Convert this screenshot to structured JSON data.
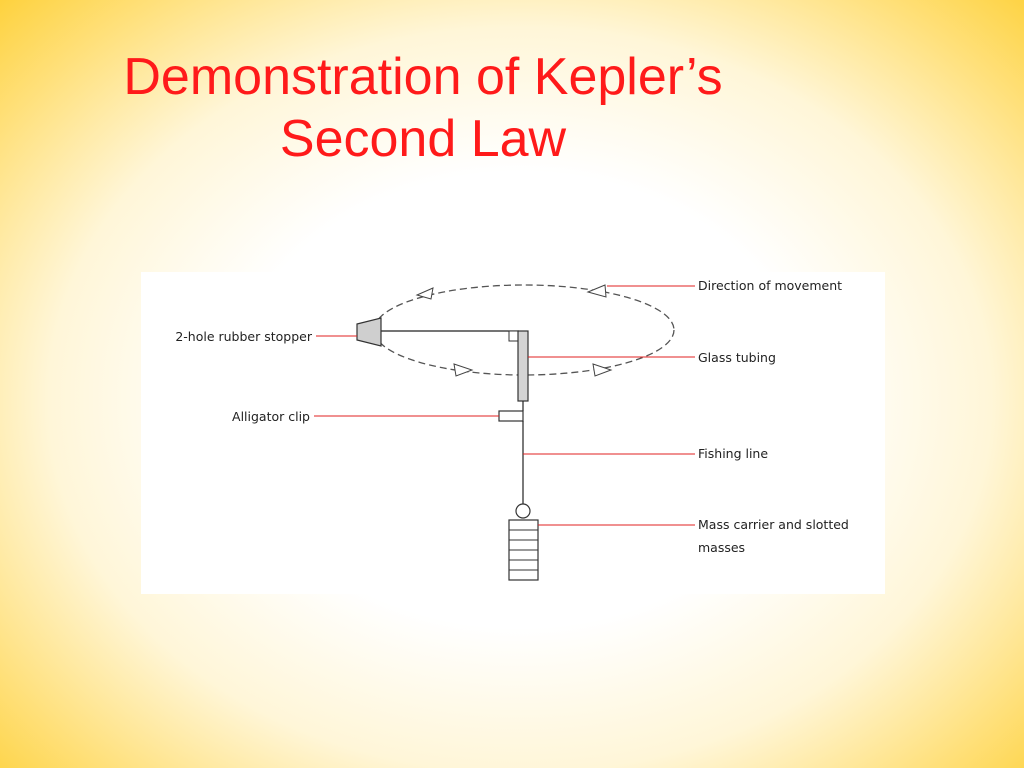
{
  "slide": {
    "title_line1": "Demonstration of Kepler’s",
    "title_line2": "Second Law"
  },
  "diagram": {
    "labels": {
      "direction": "Direction of movement",
      "stopper": "2-hole rubber stopper",
      "glass": "Glass tubing",
      "clip": "Alligator clip",
      "fishing": "Fishing line",
      "mass_line1": "Mass carrier and slotted",
      "mass_line2": "masses"
    },
    "colors": {
      "title": "#ff1a1a",
      "leader_line": "#e02020",
      "component_fill": "#d4d4d4",
      "outline": "#333333"
    }
  }
}
